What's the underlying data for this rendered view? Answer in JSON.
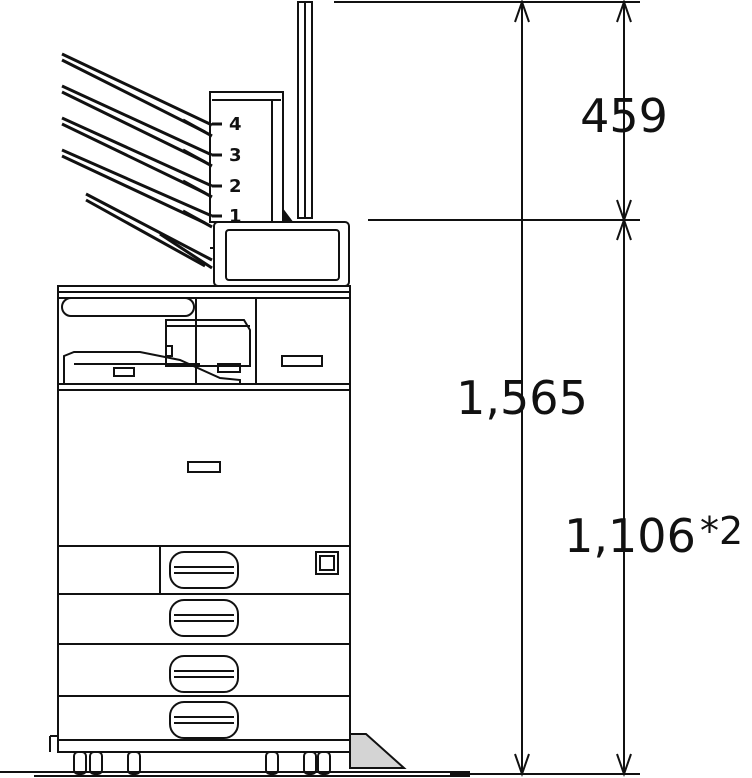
{
  "dimensions": {
    "top_height": "459",
    "total_height": "1,565",
    "base_height": "1,106",
    "base_note": "*2"
  },
  "tray_labels": [
    "4",
    "3",
    "2",
    "1"
  ],
  "colors": {
    "line": "#111111",
    "background": "#ffffff",
    "base_fill": "#d4d4d4"
  }
}
